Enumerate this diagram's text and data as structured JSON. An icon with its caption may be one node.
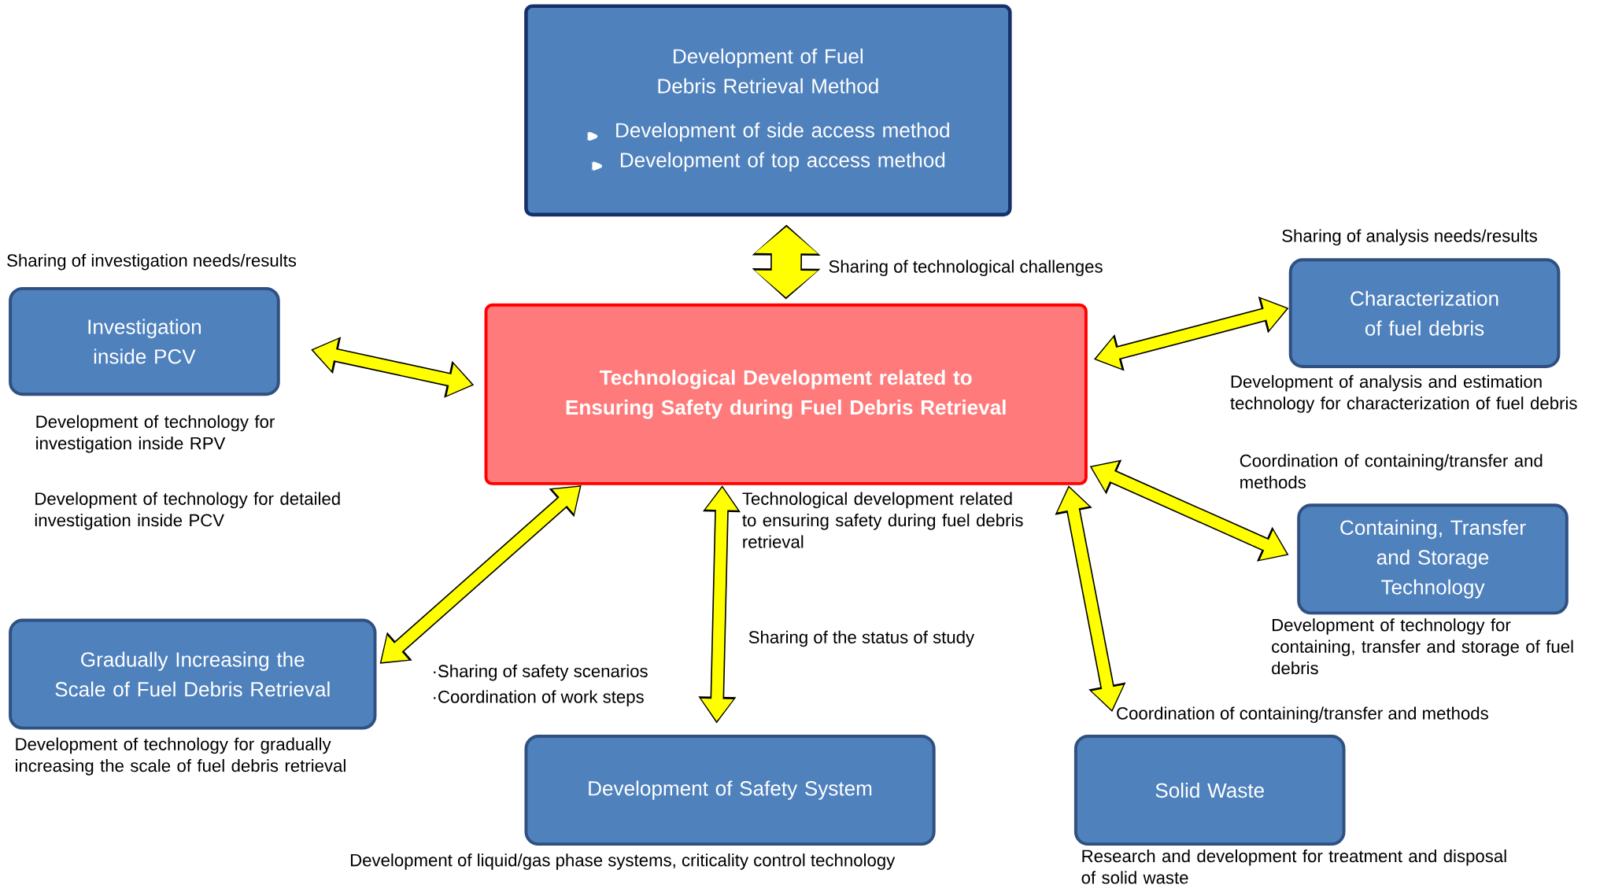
{
  "diagram": {
    "nodes": [
      {
        "text": [
          "Development of Fuel Debris Retrieval Method",
          "Development of side access method",
          "Development of top access method"
        ]
      },
      {
        "text": [
          "Technological Development related to Ensuring Safety during Fuel Debris Retrieval"
        ],
        "beside": [
          "Technological development related to ensuring safety during fuel debris retrieval"
        ]
      },
      {
        "text": [
          "Investigation inside PCV"
        ],
        "beside": [
          "Sharing of investigation needs/results",
          "Development of technology for investigation inside RPV",
          "Development of technology for detailed investigation inside PCV"
        ]
      },
      {
        "text": [
          "Characterization of fuel debris"
        ],
        "beside": [
          "Sharing of analysis needs/results",
          "Development of analysis and estimation technology for characterization of fuel debris"
        ]
      },
      {
        "text": [
          "Containing, Transfer and Storage Technology"
        ],
        "beside": [
          "Coordination of containing/transfer and methods",
          "Development of technology for containing, transfer and storage of fuel debris"
        ]
      },
      {
        "text": [
          "Gradually Increasing the Scale of Fuel Debris Retrieval"
        ],
        "beside": [
          "Development of technology for gradually increasing the scale of fuel debris retrieval"
        ]
      },
      {
        "text": [
          "Development of Safety System"
        ],
        "beside": [
          "Development of liquid/gas phase systems, criticality control technology"
        ]
      },
      {
        "text": [
          "Solid Waste"
        ],
        "beside": [
          "Coordination of containing/transfer and methods",
          "Research and development for treatment and disposal of solid waste"
        ]
      }
    ],
    "edges": [
      {
        "from": 1,
        "to": 0,
        "arrow": "both",
        "style": "thick",
        "label": "Sharing of technological challenges"
      },
      {
        "from": 1,
        "to": 2,
        "arrow": "both"
      },
      {
        "from": 1,
        "to": 3,
        "arrow": "both"
      },
      {
        "from": 1,
        "to": 4,
        "arrow": "both"
      },
      {
        "from": 1,
        "to": 5,
        "arrow": "both"
      },
      {
        "from": 1,
        "to": 6,
        "arrow": "both",
        "label": "Sharing of the status of study"
      },
      {
        "from": 1,
        "to": 7,
        "arrow": "both"
      }
    ],
    "labels": [
      "·Sharing of safety scenarios",
      "·Coordination of work steps"
    ]
  }
}
